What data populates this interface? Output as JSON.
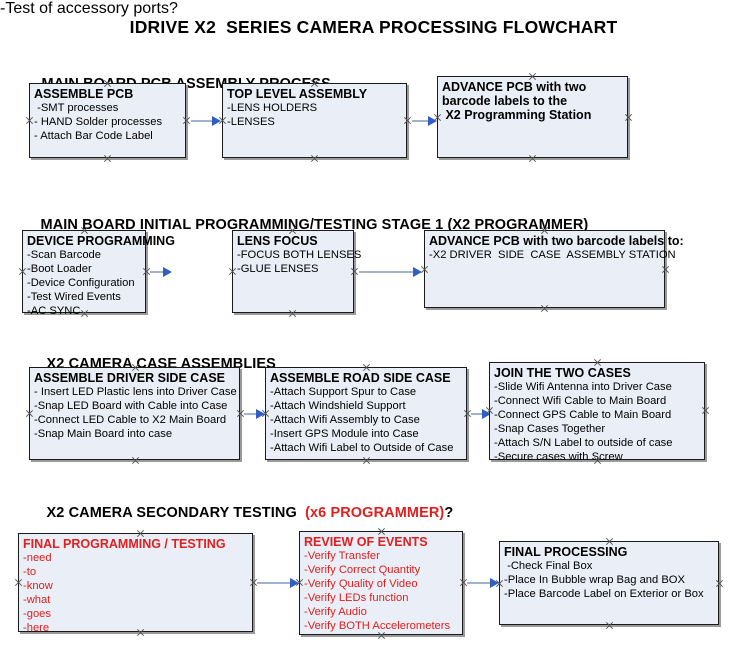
{
  "document": {
    "title": "IDRIVE X2  SERIES CAMERA PROCESSING FLOWCHART",
    "accent_color": "#e02020",
    "box_fill": "#e9eef7",
    "box_border": "#1a1a1a",
    "arrow_color": "#9fb4cc",
    "arrowhead_color": "#2f5fc4"
  },
  "sections": [
    {
      "heading": "MAIN BOARD PCB ASSEMBLY PROCESS",
      "heading_accent": "",
      "heading_suffix": ""
    },
    {
      "heading": "MAIN BOARD INITIAL PROGRAMMING/TESTING STAGE 1 (X2 PROGRAMMER)",
      "heading_accent": "",
      "heading_suffix": ""
    },
    {
      "heading": "X2 CAMERA CASE ASSEMBLIES",
      "heading_accent": "",
      "heading_suffix": ""
    },
    {
      "heading": "X2 CAMERA SECONDARY TESTING  ",
      "heading_accent": "(x6 PROGRAMMER)",
      "heading_suffix": "?"
    }
  ],
  "boxes": {
    "assemble_pcb": {
      "title": "ASSEMBLE PCB",
      "lines": [
        " -SMT processes",
        "- HAND Solder processes",
        "- Attach Bar Code Label"
      ]
    },
    "top_level_assembly": {
      "title": "TOP LEVEL ASSEMBLY",
      "lines": [
        "-LENS HOLDERS",
        "-LENSES"
      ]
    },
    "advance_pcb_1": {
      "title": "ADVANCE PCB with two",
      "lines": [
        "barcode labels to the",
        " X2 Programming Station"
      ]
    },
    "device_programming": {
      "title": "DEVICE PROGRAMMING",
      "lines": [
        "-Scan Barcode",
        "-Boot Loader",
        "-Device Configuration",
        "-Test Wired Events",
        "-AC SYNC"
      ]
    },
    "lens_focus": {
      "title": "LENS FOCUS",
      "lines": [
        "-FOCUS BOTH LENSES",
        "-GLUE LENSES"
      ]
    },
    "advance_pcb_2": {
      "title": "ADVANCE PCB with two barcode labels to:",
      "lines": [
        "-X2 DRIVER  SIDE  CASE  ASSEMBLY STATION"
      ]
    },
    "assemble_driver_side_case": {
      "title": "ASSEMBLE DRIVER SIDE CASE",
      "lines": [
        "- Insert LED Plastic lens into Driver Case",
        "-Snap LED Board with Cable into Case",
        "-Connect LED Cable to X2 Main Board",
        "-Snap Main Board into case"
      ]
    },
    "assemble_road_side_case": {
      "title": "ASSEMBLE ROAD SIDE CASE",
      "lines": [
        "-Attach Support Spur to Case",
        "-Attach Windshield Support",
        "-Attach Wifi Assembly to Case",
        "-Insert GPS Module into Case",
        "-Attach Wifi Label to Outside of Case"
      ]
    },
    "join_the_two_cases": {
      "title": "JOIN THE TWO CASES",
      "lines": [
        "-Slide Wifi Antenna into Driver Case",
        "-Connect Wifi Cable to Main Board",
        "-Connect GPS Cable to Main Board",
        "-Snap Cases Together",
        "-Attach S/N Label to outside of case",
        "-Secure cases with Screw"
      ]
    },
    "final_programming_testing": {
      "title": "FINAL PROGRAMMING / TESTING",
      "lines": [
        "-need",
        "-to",
        "-know",
        "-what",
        "-goes",
        "-here"
      ]
    },
    "review_of_events": {
      "title": "REVIEW OF EVENTS",
      "lines": [
        "-Verify Transfer",
        "-Verify Correct Quantity",
        "-Verify Quality of Video",
        "-Verify LEDs function",
        "-Verify Audio",
        "-Verify BOTH Accelerometers"
      ],
      "overflow_line": "-Test of accessory ports?"
    },
    "final_processing": {
      "title": "FINAL PROCESSING",
      "lines": [
        " -Check Final Box",
        "-Place In Bubble wrap Bag and BOX",
        "-Place Barcode Label on Exterior or Box"
      ]
    }
  }
}
